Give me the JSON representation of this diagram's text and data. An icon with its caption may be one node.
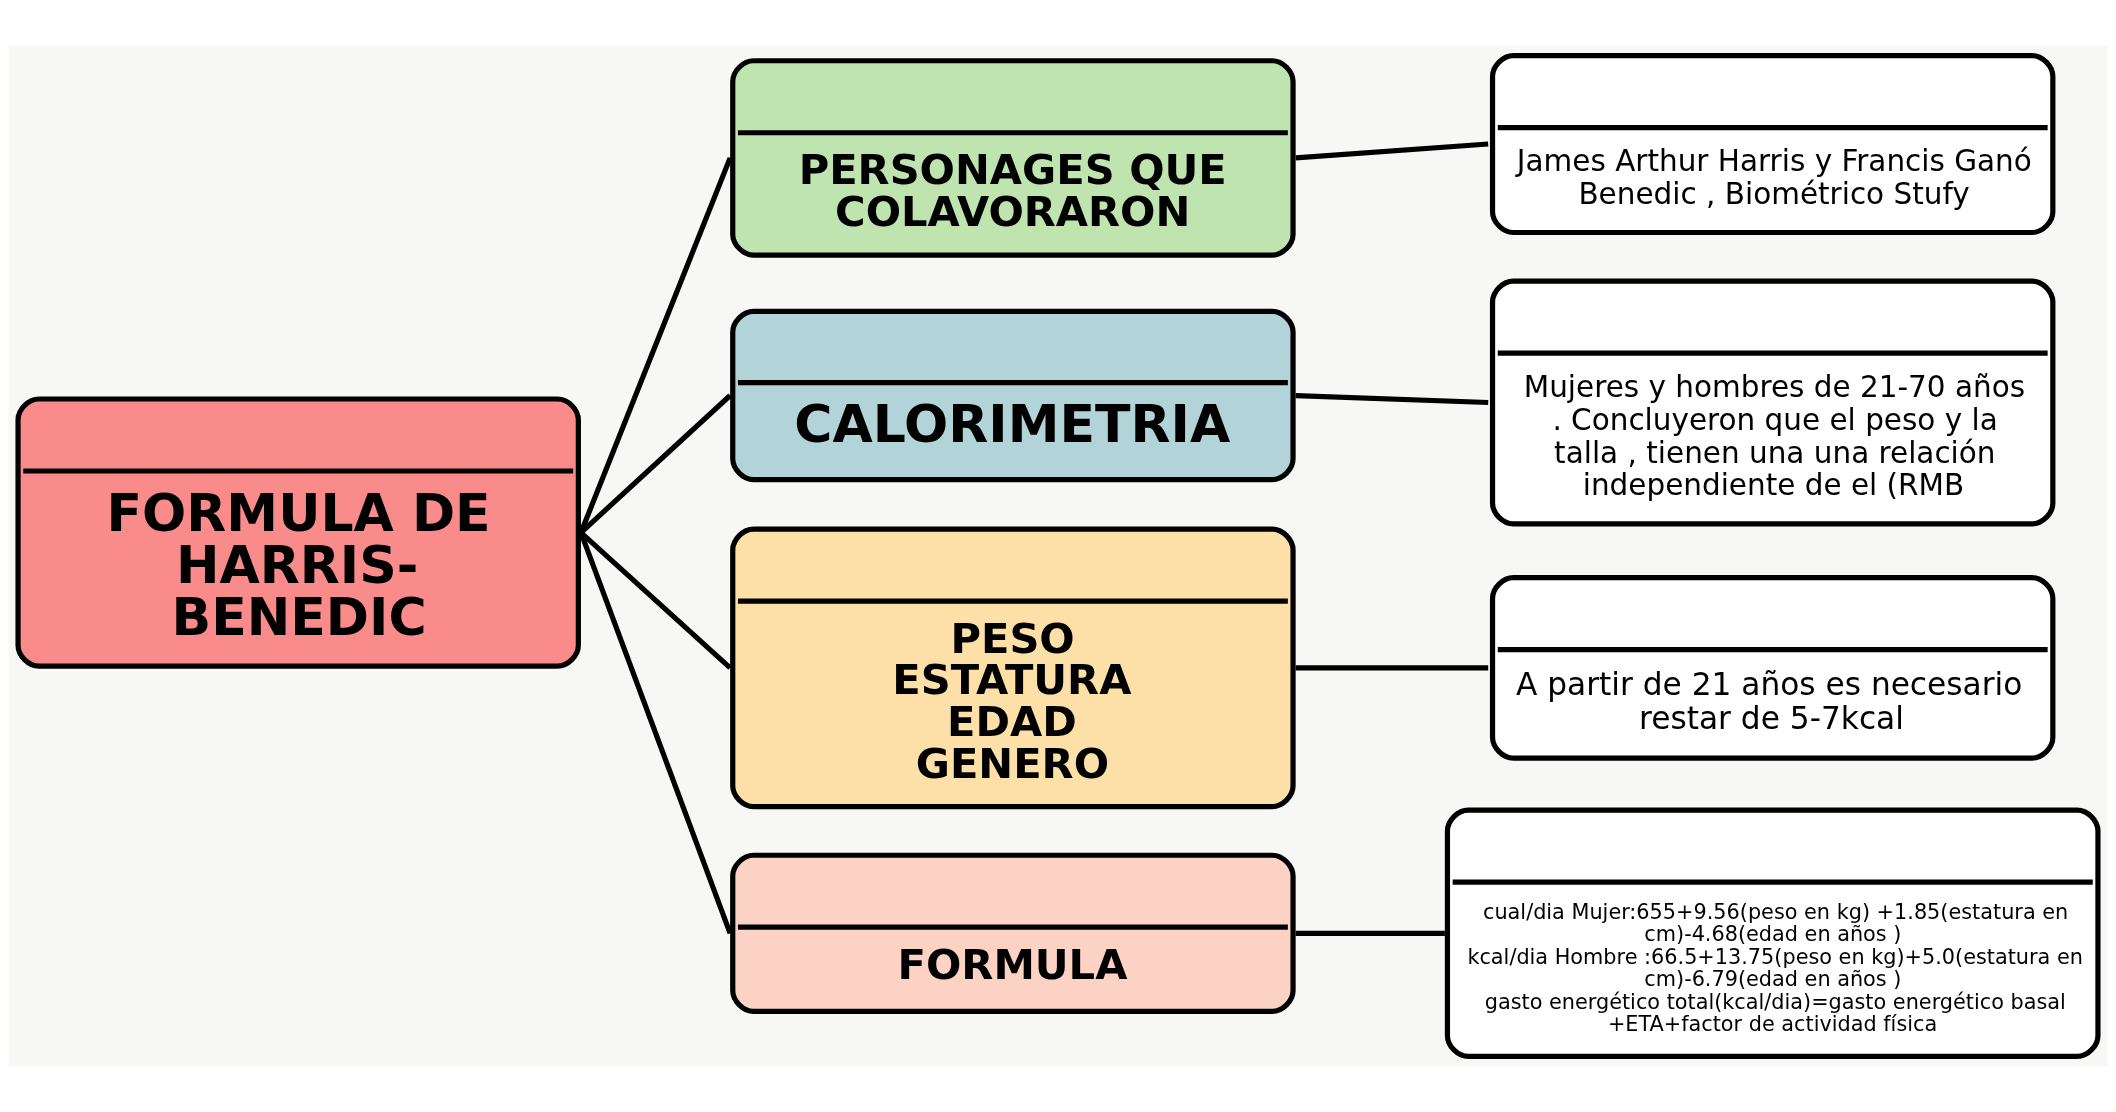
{
  "diagram": {
    "nodes": [
      {
        "text": [
          "FORMULA DE HARRIS-BENEDIC"
        ]
      },
      {
        "text": [
          "PERSONAGES QUE COLAVORARON"
        ]
      },
      {
        "text": [
          "James Arthur Harris y Francis Ganó Benedic , Biométrico Stufy"
        ]
      },
      {
        "text": [
          "CALORIMETRIA"
        ]
      },
      {
        "text": [
          "Mujeres y hombres de 21-70 años . Concluyeron que el peso y la talla , tienen una una relación independiente de el (RMB"
        ]
      },
      {
        "text": [
          "PESO ESTATURA EDAD GENERO"
        ]
      },
      {
        "text": [
          "A partir de 21 años es necesario restar de 5-7kcal"
        ]
      },
      {
        "text": [
          "FORMULA"
        ]
      },
      {
        "text": [
          "cual/dia Mujer:655+9.56(peso en kg) +1.85(estatura en cm)-4.68(edad en años )",
          "kcal/dia Hombre :66.5+13.75(peso en kg)+5.0(estatura en cm)-6.79(edad en años )",
          "gasto energético total(kcal/dia)=gasto energético basal +ETA+factor de actividad física"
        ]
      }
    ],
    "edges": [
      {
        "from": 0,
        "to": 1,
        "arrow": "none"
      },
      {
        "from": 0,
        "to": 3,
        "arrow": "none"
      },
      {
        "from": 0,
        "to": 5,
        "arrow": "none"
      },
      {
        "from": 0,
        "to": 7,
        "arrow": "none"
      },
      {
        "from": 1,
        "to": 2,
        "arrow": "none"
      },
      {
        "from": 3,
        "to": 4,
        "arrow": "none"
      },
      {
        "from": 5,
        "to": 6,
        "arrow": "none"
      },
      {
        "from": 7,
        "to": 8,
        "arrow": "none"
      }
    ]
  }
}
